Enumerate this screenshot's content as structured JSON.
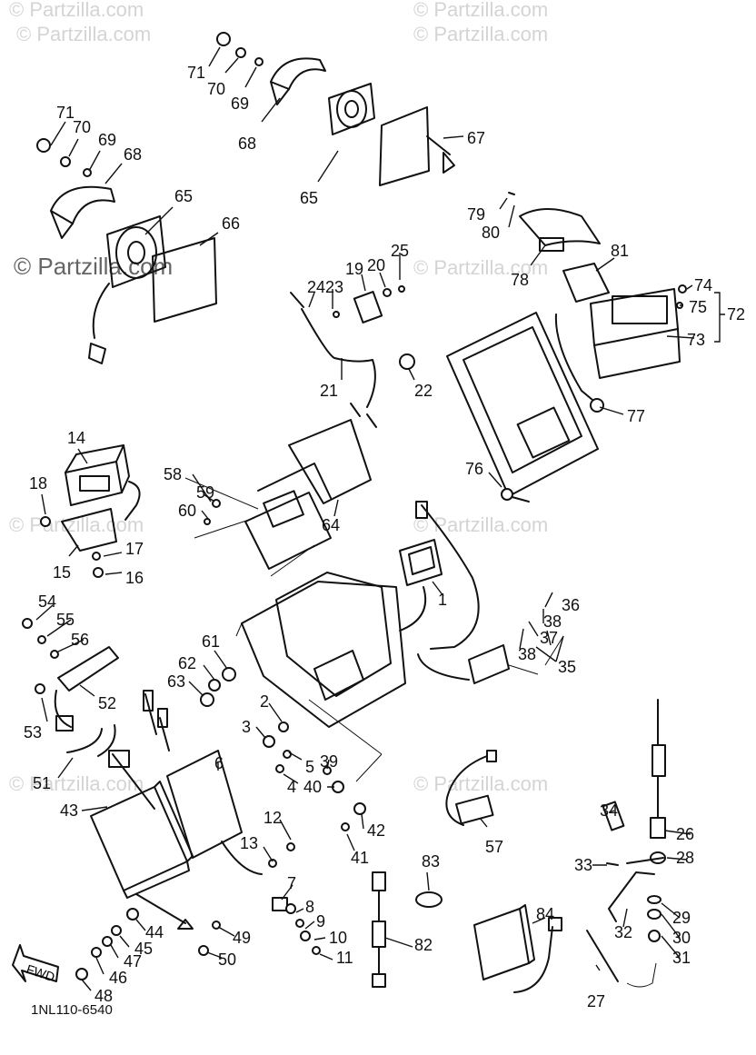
{
  "watermarks": [
    "© Partzilla.com",
    "© Partzilla.com",
    "© Partzilla.com",
    "© Partzilla.com",
    "© Partzilla.com",
    "© Partzilla.com",
    "© Partzilla.com",
    "© Partzilla.com",
    "© Partzilla.com",
    "© Partzilla.com"
  ],
  "callouts": [
    "71",
    "70",
    "69",
    "68",
    "65",
    "67",
    "71",
    "70",
    "69",
    "68",
    "65",
    "66",
    "79",
    "80",
    "78",
    "81",
    "74",
    "75",
    "72",
    "73",
    "25",
    "20",
    "19",
    "23",
    "24",
    "21",
    "22",
    "77",
    "76",
    "14",
    "18",
    "15",
    "17",
    "16",
    "58",
    "59",
    "60",
    "64",
    "1",
    "36",
    "38",
    "37",
    "38",
    "35",
    "54",
    "55",
    "56",
    "52",
    "53",
    "51",
    "61",
    "62",
    "63",
    "2",
    "3",
    "5",
    "4",
    "39",
    "40",
    "42",
    "41",
    "6",
    "43",
    "12",
    "13",
    "7",
    "8",
    "9",
    "10",
    "11",
    "44",
    "45",
    "47",
    "46",
    "48",
    "49",
    "50",
    "57",
    "83",
    "82",
    "84",
    "34",
    "26",
    "33",
    "28",
    "29",
    "30",
    "31",
    "32",
    "27"
  ],
  "fwd_label": "FWD",
  "diagram_code": "1NL110-6540"
}
